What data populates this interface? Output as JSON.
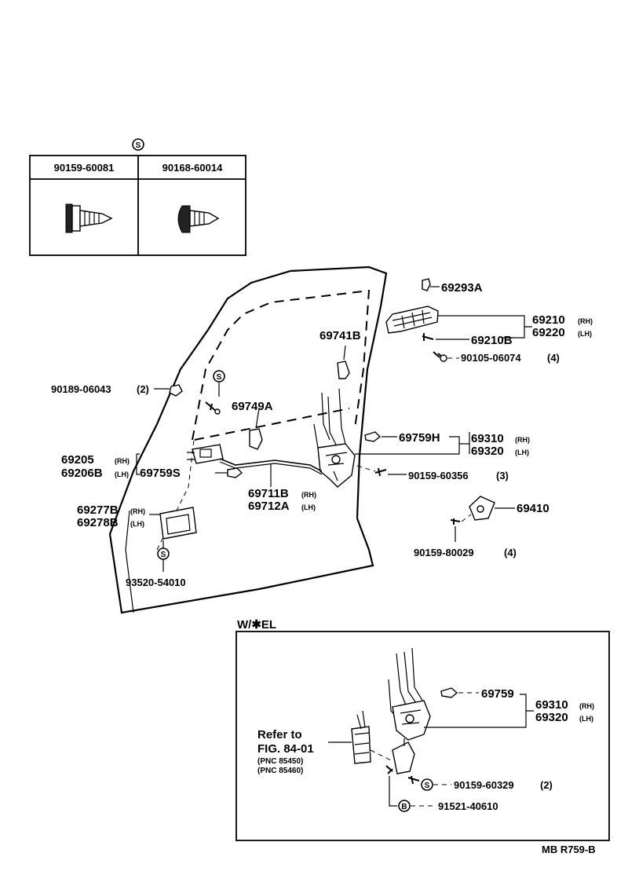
{
  "header_symbol": "S",
  "screw_table": {
    "col1": "90159-60081",
    "col2": "90168-60014"
  },
  "labels": {
    "p69293A": "69293A",
    "p69210": "69210",
    "p69210_tag": "(RH)",
    "p69220": "69220",
    "p69220_tag": "(LH)",
    "p69210B": "69210B",
    "p90105": "90105-06074",
    "p90105_qty": "(4)",
    "p69741B": "69741B",
    "p90189": "90189-06043",
    "p90189_qty": "(2)",
    "sym_s_upper": "S",
    "p69749A": "69749A",
    "p69759H": "69759H",
    "p69310": "69310",
    "p69310_tag": "(RH)",
    "p69320": "69320",
    "p69320_tag": "(LH)",
    "p69205": "69205",
    "p69205_tag": "(RH)",
    "p69206B": "69206B",
    "p69206B_tag": "(LH)",
    "p69759S": "69759S",
    "p90159_60356": "90159-60356",
    "p90159_60356_qty": "(3)",
    "p69711B": "69711B",
    "p69711B_tag": "(RH)",
    "p69712A": "69712A",
    "p69712A_tag": "(LH)",
    "p69410": "69410",
    "p69277B": "69277B",
    "p69277B_tag": "(RH)",
    "p69278B": "69278B",
    "p69278B_tag": "(LH)",
    "sym_s_lower": "S",
    "p93520": "93520-54010",
    "p90159_80029": "90159-80029",
    "p90159_80029_qty": "(4)"
  },
  "inset": {
    "title": "W/✱EL",
    "p69759": "69759",
    "p69310": "69310",
    "p69310_tag": "(RH)",
    "p69320": "69320",
    "p69320_tag": "(LH)",
    "refer1": "Refer to",
    "refer2": "FIG. 84-01",
    "pnc1": "(PNC 85450)",
    "pnc2": "(PNC 85460)",
    "sym_s": "S",
    "p90159_60329": "90159-60329",
    "p90159_60329_qty": "(2)",
    "sym_b": "B",
    "p91521": "91521-40610"
  },
  "footer_code": "MB R759-B"
}
